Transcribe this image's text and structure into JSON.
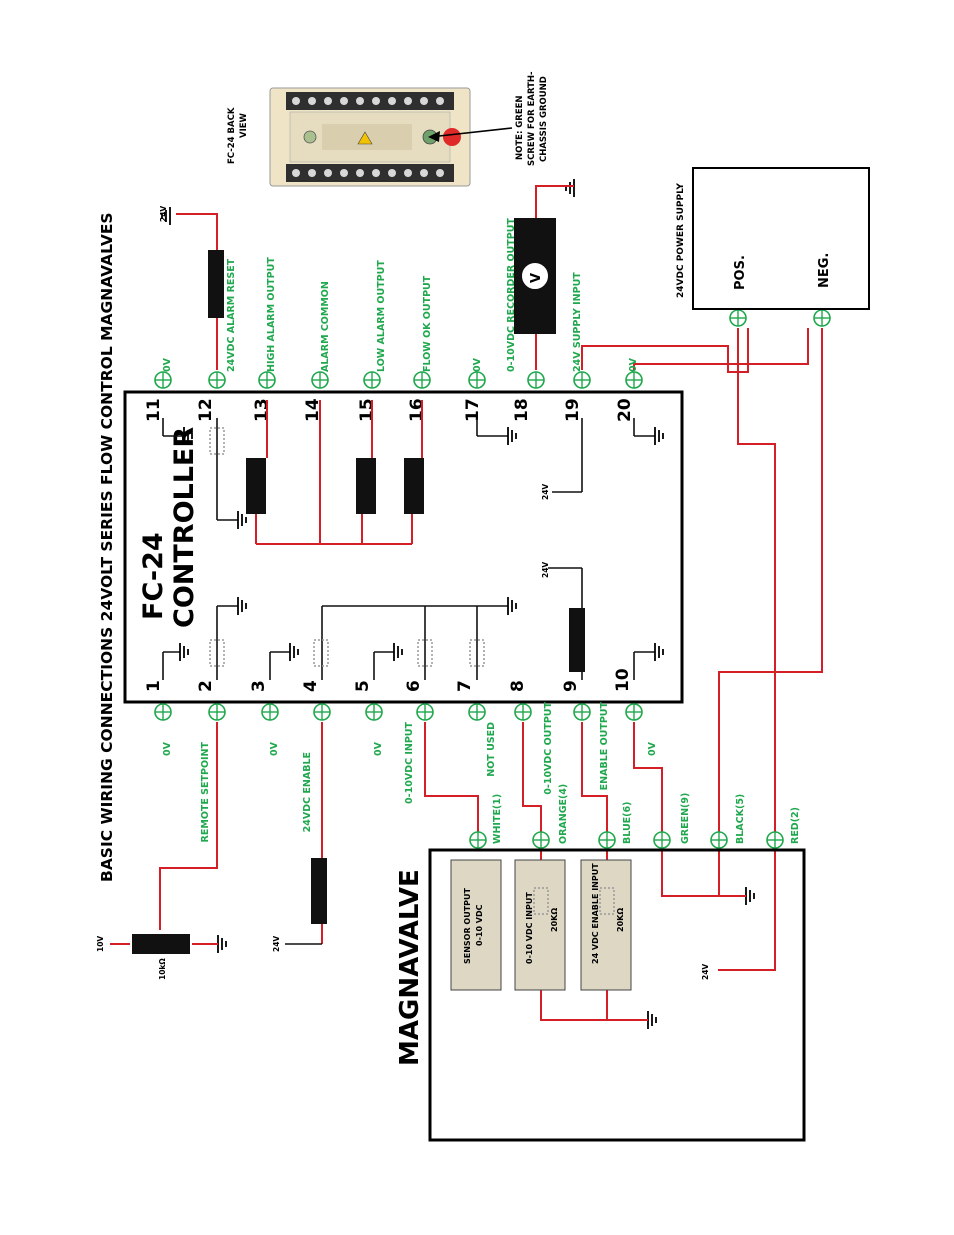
{
  "title": "BASIC WIRING CONNECTIONS 24VOLT SERIES FLOW CONTROL MAGNAVALVES",
  "controller": {
    "line1": "FC-24",
    "line2": "CONTROLLER"
  },
  "magnavalve": {
    "label": "MAGNAVALVE",
    "blocks": [
      {
        "line1": "SENSOR OUTPUT",
        "line2": "0-10 VDC"
      },
      {
        "line1": "0-10 VDC INPUT",
        "line2": "20KΩ"
      },
      {
        "line1": "24 VDC ENABLE INPUT",
        "line2": "20KΩ"
      }
    ],
    "wires": [
      "WHITE(1)",
      "ORANGE(4)",
      "BLUE(6)",
      "GREEN(9)",
      "BLACK(5)",
      "RED(2)"
    ]
  },
  "power_supply": {
    "label": "24VDC POWER SUPPLY",
    "pos": "POS.",
    "neg": "NEG."
  },
  "back_view": {
    "label_line1": "FC-24 BACK",
    "label_line2": "VIEW"
  },
  "note": {
    "line1": "NOTE: GREEN",
    "line2": "SCREW FOR EARTH-",
    "line3": "CHASSIS GROUND"
  },
  "terminals_left": [
    {
      "num": "1",
      "label": "0V"
    },
    {
      "num": "2",
      "label": "REMOTE SETPOINT"
    },
    {
      "num": "3",
      "label": "0V"
    },
    {
      "num": "4",
      "label": "24VDC ENABLE"
    },
    {
      "num": "5",
      "label": "0V"
    },
    {
      "num": "6",
      "label": "0-10VDC INPUT"
    },
    {
      "num": "7",
      "label": "NOT USED"
    },
    {
      "num": "8",
      "label": "0-10VDC OUTPUT"
    },
    {
      "num": "9",
      "label": "ENABLE OUTPUT"
    },
    {
      "num": "10",
      "label": "0V"
    }
  ],
  "terminals_right": [
    {
      "num": "11",
      "label": "0V"
    },
    {
      "num": "12",
      "label": "24VDC ALARM RESET"
    },
    {
      "num": "13",
      "label": "HIGH ALARM OUTPUT"
    },
    {
      "num": "14",
      "label": "ALARM COMMON"
    },
    {
      "num": "15",
      "label": "LOW ALARM OUTPUT"
    },
    {
      "num": "16",
      "label": "FLOW OK OUTPUT"
    },
    {
      "num": "17",
      "label": "0V"
    },
    {
      "num": "18",
      "label": "0-10VDC RECORDER OUTPUT"
    },
    {
      "num": "19",
      "label": "24V SUPPLY INPUT"
    },
    {
      "num": "20",
      "label": "0V"
    }
  ],
  "misc": {
    "v24": "24V",
    "v10": "10V",
    "pot": "10kΩ",
    "meter": "V"
  }
}
